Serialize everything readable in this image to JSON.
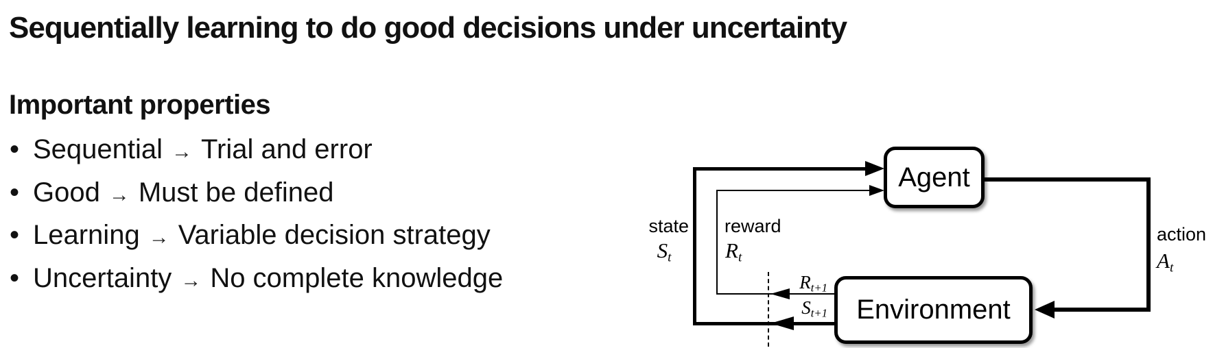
{
  "slide": {
    "title": "Sequentially learning to do good decisions under uncertainty",
    "heading": "Important properties",
    "bullet_glyph": "•",
    "bullets": [
      {
        "term": "Sequential",
        "arrow": "→",
        "desc": "Trial and error"
      },
      {
        "term": "Good",
        "arrow": "→",
        "desc": "Must be defined"
      },
      {
        "term": "Learning",
        "arrow": "→",
        "desc": "Variable decision strategy"
      },
      {
        "term": "Uncertainty",
        "arrow": "→",
        "desc": "No complete knowledge"
      }
    ]
  },
  "diagram": {
    "agent_label": "Agent",
    "environment_label": "Environment",
    "labels": {
      "state_word": "state",
      "state_sym": "S",
      "state_sub": "t",
      "reward_word": "reward",
      "reward_sym": "R",
      "reward_sub": "t",
      "action_word": "action",
      "action_sym": "A",
      "action_sub": "t",
      "next_reward_sym": "R",
      "next_reward_sub": "t+1",
      "next_state_sym": "S",
      "next_state_sub": "t+1"
    },
    "colors": {
      "line": "#000000",
      "box_fill": "#ffffff",
      "text": "#000000",
      "background": "#ffffff"
    }
  }
}
